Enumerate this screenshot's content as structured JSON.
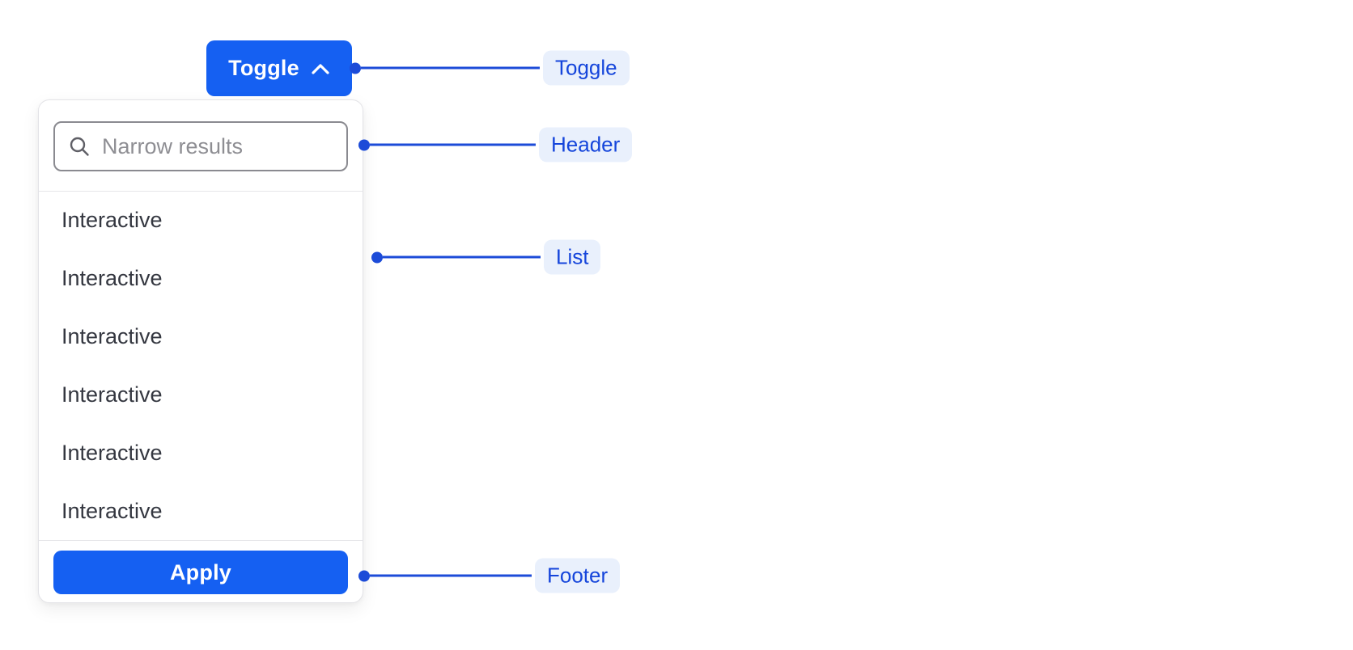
{
  "toggle": {
    "label": "Toggle",
    "icon": "chevron-up-icon"
  },
  "dropdown": {
    "header": {
      "search_placeholder": "Narrow results",
      "search_value": "",
      "icon": "search-icon"
    },
    "list": {
      "items": [
        "Interactive",
        "Interactive",
        "Interactive",
        "Interactive",
        "Interactive",
        "Interactive"
      ]
    },
    "footer": {
      "apply_label": "Apply"
    }
  },
  "annotations": {
    "toggle": {
      "label": "Toggle"
    },
    "header": {
      "label": "Header"
    },
    "list": {
      "label": "List"
    },
    "footer": {
      "label": "Footer"
    }
  },
  "colors": {
    "primary_blue": "#1560F2",
    "button_text": "#FFFFFF",
    "annotation_blue": "#1C4BD8",
    "annotation_text": "#1545DB",
    "annotation_pill_bg": "#E9F0FC",
    "panel_border": "#E3E3E7",
    "input_border": "#8A8A90",
    "placeholder_gray": "#8E8E93",
    "list_text": "#343740",
    "divider": "#E6E6E9"
  }
}
